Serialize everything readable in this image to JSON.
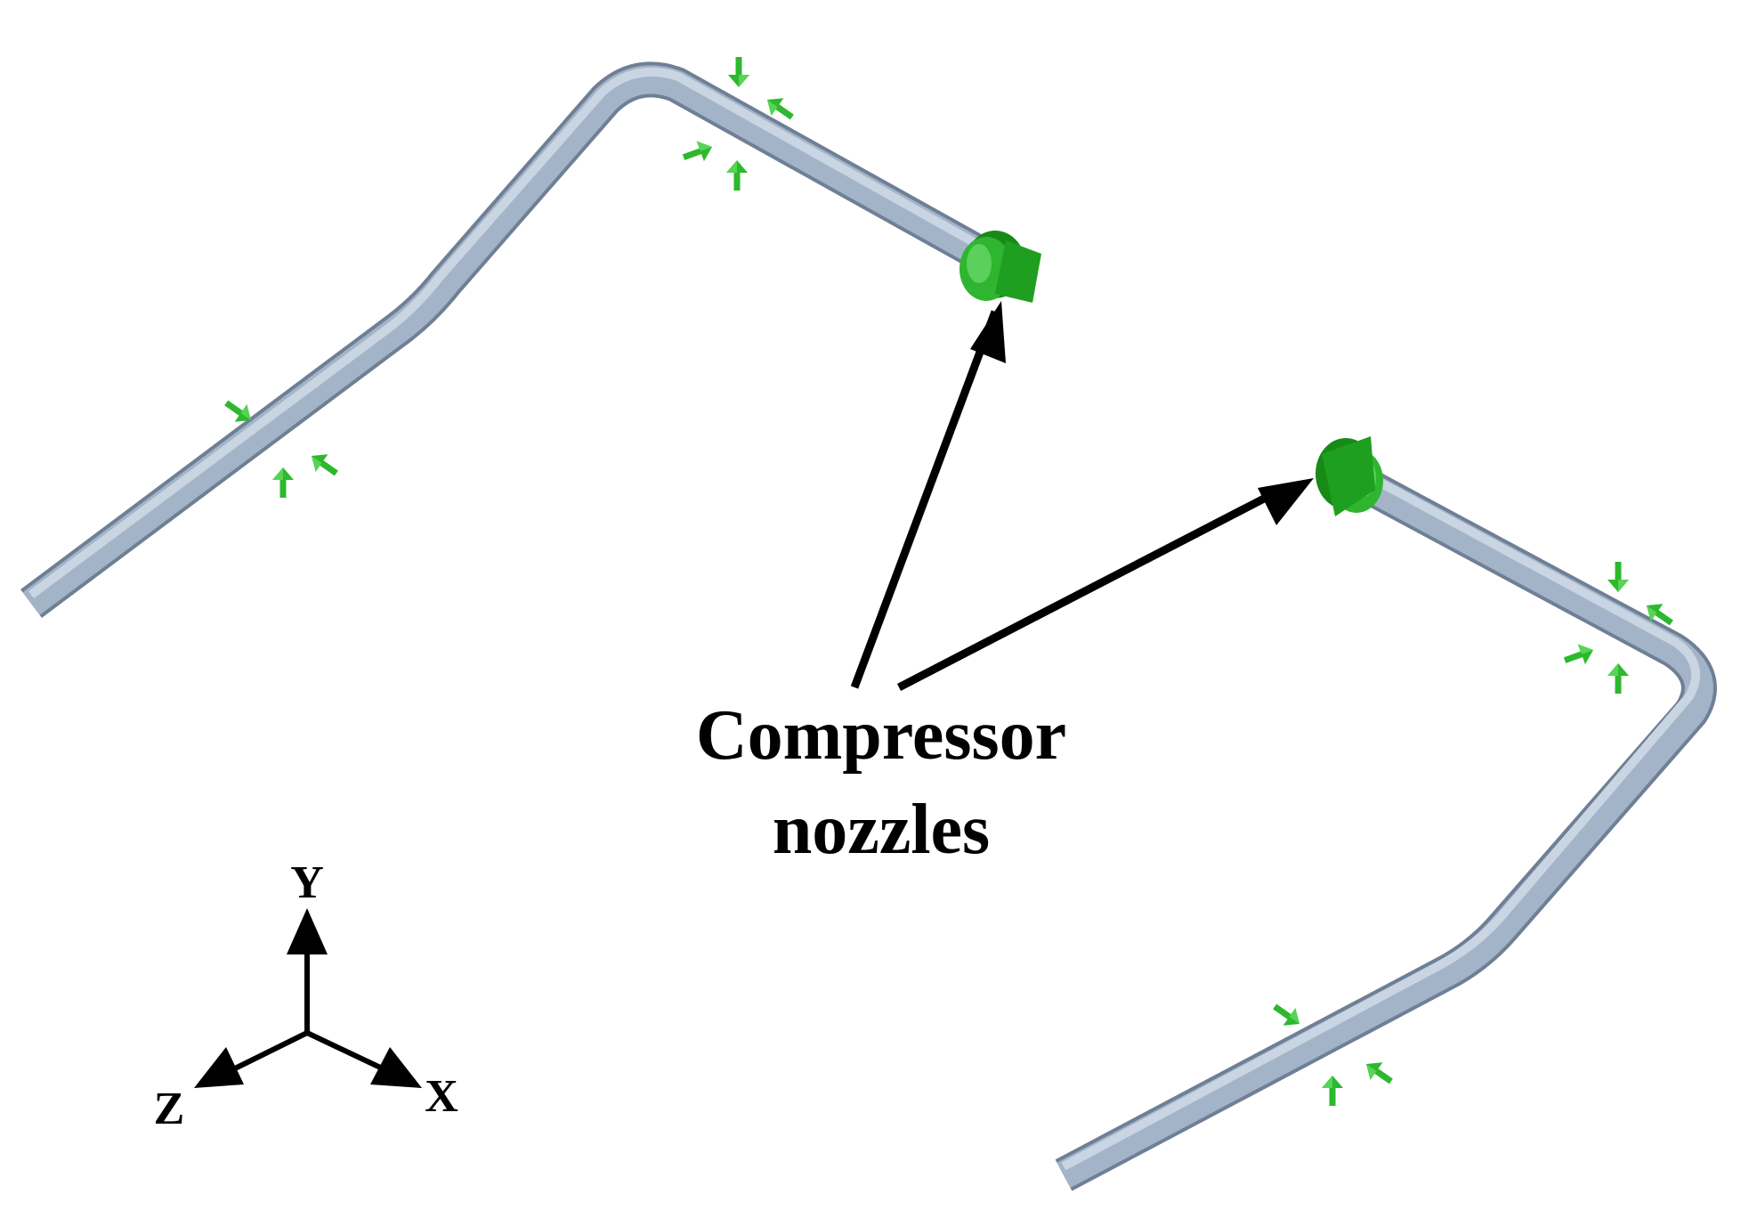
{
  "callout": {
    "line1": "Compressor",
    "line2": "nozzles"
  },
  "axes": {
    "y": "Y",
    "x": "X",
    "z": "Z"
  },
  "colors": {
    "pipe": "#a4b4c8",
    "pipe_shadow": "#7a8aa0",
    "pipe_highlight": "#dde6ef",
    "nozzle": "#2fb52f",
    "nozzle_dark": "#178a17",
    "support_arrow": "#2db82d",
    "annotation": "#000000"
  },
  "icons": {
    "support": "support-arrow-icon",
    "nozzle": "nozzle-flange-icon"
  }
}
